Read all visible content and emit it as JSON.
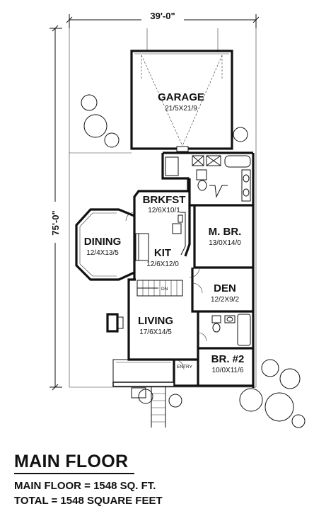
{
  "dimensions": {
    "width": "39'-0\"",
    "depth": "75'-0\""
  },
  "rooms": {
    "garage": {
      "name": "GARAGE",
      "size": "21/5X21/9"
    },
    "brkfst": {
      "name": "BRKFST",
      "size": "12/6X10/1"
    },
    "dining": {
      "name": "DINING",
      "size": "12/4X13/5"
    },
    "kit": {
      "name": "KIT",
      "size": "12/6X12/0"
    },
    "mbr": {
      "name": "M. BR.",
      "size": "13/0X14/0"
    },
    "den": {
      "name": "DEN",
      "size": "12/2X9/2"
    },
    "living": {
      "name": "LIVING",
      "size": "17/6X14/5"
    },
    "br2": {
      "name": "BR. #2",
      "size": "10/0X11/6"
    }
  },
  "labels": {
    "entry": "ENTRY",
    "stair": "DN"
  },
  "footer": {
    "title": "MAIN FLOOR",
    "main_area": "MAIN FLOOR = 1548 SQ. FT.",
    "total_area": "TOTAL = 1548 SQUARE FEET"
  }
}
